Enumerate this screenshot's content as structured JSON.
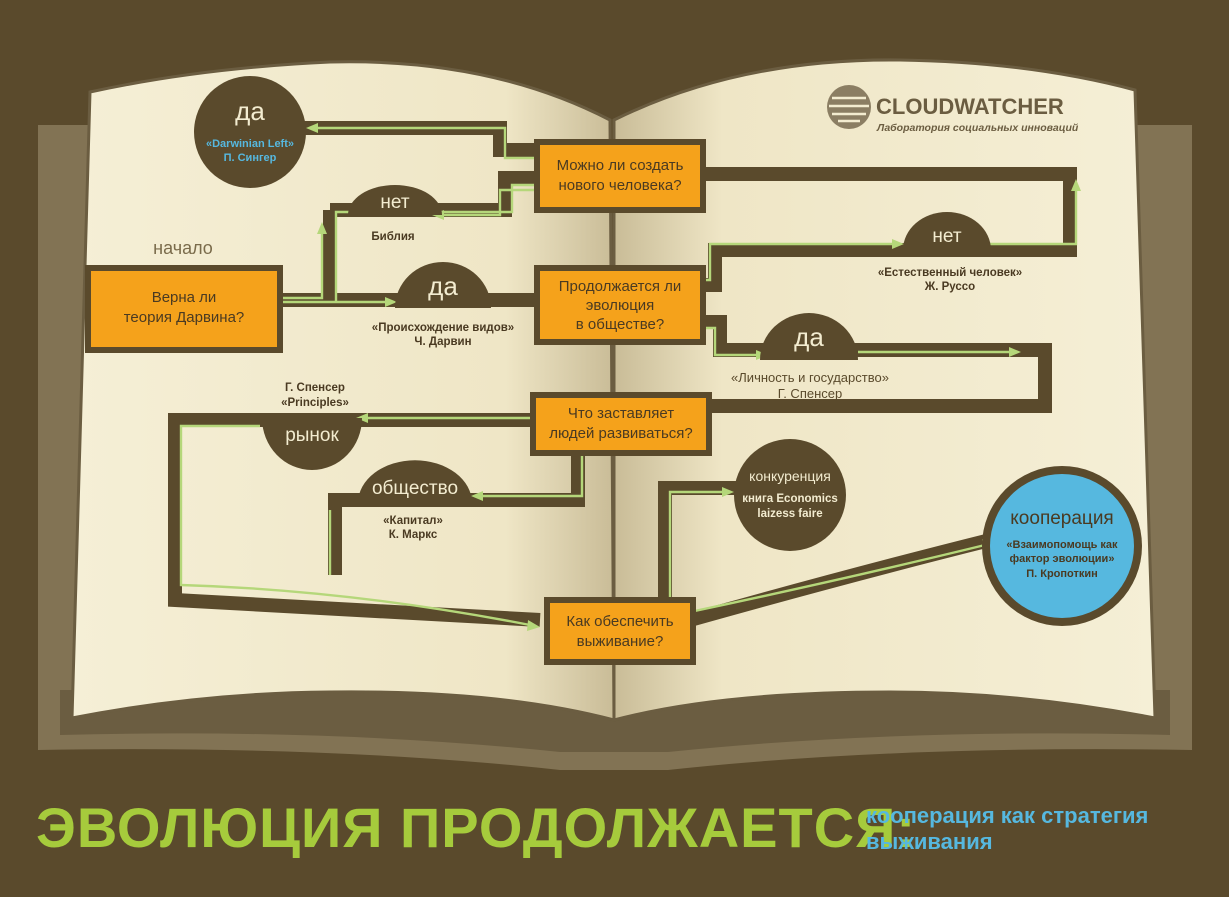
{
  "brand": {
    "name": "CLOUDWATCHER",
    "tagline": "Лаборатория социальных инноваций"
  },
  "start_label": "начало",
  "questions": {
    "darwin": [
      "Верна ли",
      "теория Дарвина?"
    ],
    "new_man": [
      "Можно ли создать",
      "нового человека?"
    ],
    "evolution": [
      "Продолжается ли",
      "эволюция",
      "в обществе?"
    ],
    "develop": [
      "Что заставляет",
      "людей развиваться?"
    ],
    "survive": [
      "Как обеспечить",
      "выживание?"
    ]
  },
  "answers": {
    "yes_top": "да",
    "yes_top_ref": [
      "«Darwinian Left»",
      "П. Сингер"
    ],
    "no_top": "нет",
    "no_top_ref": "Библия",
    "yes_darwin": "да",
    "yes_darwin_ref": [
      "«Происхождение видов»",
      "Ч. Дарвин"
    ],
    "no_right": "нет",
    "no_right_ref": [
      "«Естественный человек»",
      "Ж. Руссо"
    ],
    "yes_right": "да",
    "yes_right_ref": [
      "«Личность и государство»",
      "Г. Спенсер"
    ],
    "market": "рынок",
    "market_ref": [
      "Г. Спенсер",
      "«Principles»"
    ],
    "society": "общество",
    "society_ref": [
      "«Капитал»",
      "К. Маркс"
    ],
    "competition": "конкуренция",
    "competition_ref": [
      "книга Economics",
      "laizess faire"
    ],
    "cooperation": "кооперация",
    "cooperation_ref": [
      "«Взаимопомощь как",
      "фактор эволюции»",
      "П. Кропоткин"
    ]
  },
  "title": {
    "main": "ЭВОЛЮЦИЯ ПРОДОЛЖАЕТСЯ:",
    "sub": "кооперация как стратегия выживания"
  },
  "colors": {
    "background": "#5a4a2c",
    "page": "#f3ecd0",
    "question": "#f5a21b",
    "path": "#b5d77a",
    "cooperation": "#56b8df",
    "title": "#a6cb3c"
  }
}
